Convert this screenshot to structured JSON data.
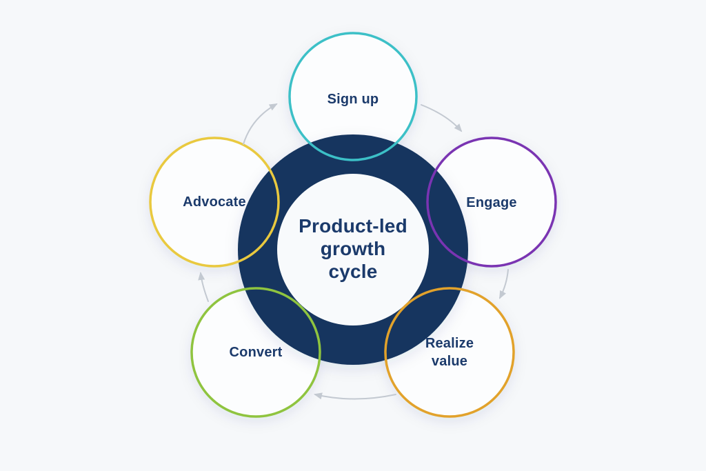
{
  "diagram": {
    "title": "Product-led growth cycle",
    "title_lines": [
      "Product-led",
      "growth",
      "cycle"
    ],
    "center": {
      "ring_color": "#17365E",
      "inner_fill": "#F8FAFC",
      "text_color": "#1B3A6B"
    },
    "stages": [
      {
        "id": "sign-up",
        "label": "Sign up",
        "ring_color": "#3CC0C7"
      },
      {
        "id": "engage",
        "label": "Engage",
        "ring_color": "#7A34B2"
      },
      {
        "id": "realize-value",
        "label": "Realize value",
        "ring_color": "#E2A22B"
      },
      {
        "id": "convert",
        "label": "Convert",
        "ring_color": "#8FC43F"
      },
      {
        "id": "advocate",
        "label": "Advocate",
        "ring_color": "#E9C93F"
      }
    ],
    "flow": {
      "arrow_color": "#C3C9D1"
    },
    "background": "#F6F8FA",
    "stage_fill": "#FCFDFE"
  }
}
